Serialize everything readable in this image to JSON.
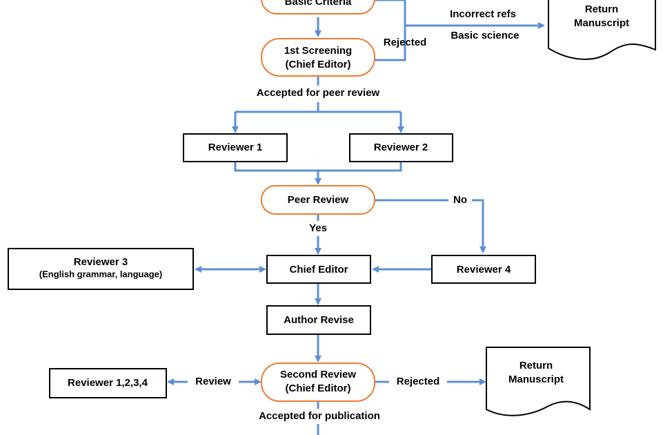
{
  "nodes": {
    "basic_criteria": "Basic Criteria",
    "first_screening": [
      "1st Screening",
      "(Chief Editor)"
    ],
    "return_manuscript_1": [
      "Return",
      "Manuscript"
    ],
    "reviewer1": "Reviewer 1",
    "reviewer2": "Reviewer 2",
    "peer_review": "Peer Review",
    "reviewer3": [
      "Reviewer 3",
      "(English grammar, language)"
    ],
    "chief_editor": "Chief Editor",
    "reviewer4": "Reviewer 4",
    "author_revise": "Author Revise",
    "second_review": [
      "Second Review",
      "(Chief Editor)"
    ],
    "reviewers_all": "Reviewer 1,2,3,4",
    "return_manuscript_2": [
      "Return",
      "Manuscript"
    ]
  },
  "edge_labels": {
    "rejected_1": "Rejected",
    "incorrect_refs": "Incorrect refs",
    "basic_science": "Basic science",
    "accepted_peer": "Accepted for peer review",
    "no": "No",
    "yes": "Yes",
    "review": "Review",
    "rejected_2": "Rejected",
    "accepted_pub": "Accepted for publication"
  },
  "colors": {
    "arrow": "#5b8fd6",
    "rounded_border": "#f07a30",
    "box_border": "#000000"
  }
}
